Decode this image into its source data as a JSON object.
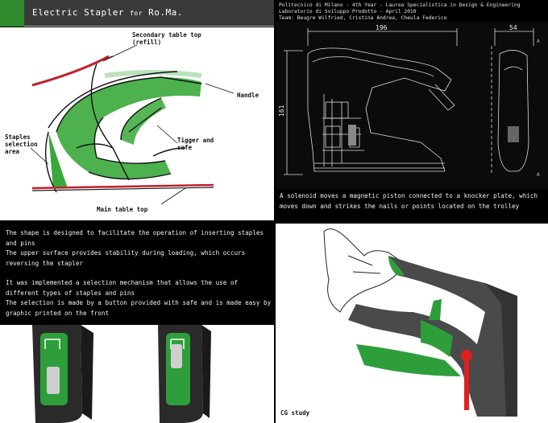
{
  "title": {
    "main": "Electric Stapler",
    "for": "for",
    "client": "Ro.Ma."
  },
  "credits": {
    "line1": "Politecnico di Milano - 4th Year - Laurea Specialistica in Design & Engineering",
    "line2": "Laboratorio di Sviluppo Prodotto - April 2010",
    "line3": "Team: Beugre Wilfried, Cristina Andrea, Cheula Federico"
  },
  "sketch_labels": {
    "secondary": "Secondary table top\n(refill)",
    "handle": "Handle",
    "trigger": "Tigger and\nsafe",
    "staples": "Staples\nselection\narea",
    "main_table": "Main table top"
  },
  "dimensions": {
    "width": "196",
    "depth": "54",
    "height": "161",
    "section_a": "A"
  },
  "solenoid_text": "A solenoid moves a magnetic piston connected to a knocker plate, which moves down and strikes the nails or points located on the trolley",
  "description": {
    "para1": "The shape is designed to facilitate the operation of inserting staples and pins\nThe upper surface provides stability during loading, which occurs reversing the stapler",
    "para2": "It was implemented a selection mechanism that allows the use of different types of staples and pins\nThe selection is made by a button provided with safe and is made easy by graphic printed on the front"
  },
  "cg_label": "CG study",
  "colors": {
    "accent_green": "#2e8b2e",
    "sketch_green": "#3aa83a",
    "sketch_red": "#c0202a",
    "cg_red": "#e02020"
  }
}
